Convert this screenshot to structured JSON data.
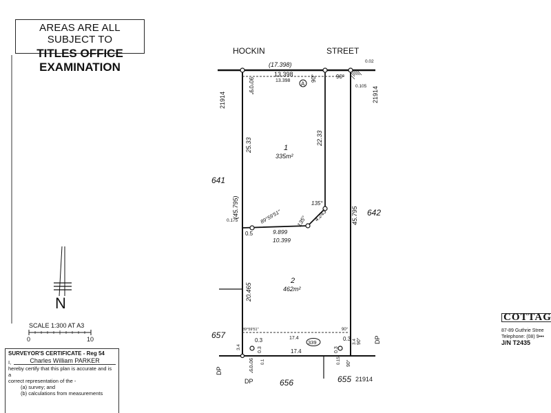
{
  "stamp": {
    "line1": "AREAS ARE ALL SUBJECT TO",
    "line2": "TITLES OFFICE EXAMINATION"
  },
  "street": {
    "name_left": "HOCKIN",
    "name_right": "STREET",
    "frontage": "(17.398)"
  },
  "neighbors": {
    "left": "641",
    "right": "642",
    "bottom_left": "657",
    "bottom_mid": "656",
    "bottom_right": "655",
    "dp_left": "DP",
    "dp_bottom_left": "DP",
    "dp_right": "DP",
    "plan_top_left": "21914",
    "plan_top_right": "21914",
    "plan_bottom_right": "21914"
  },
  "lots": [
    {
      "number": "1",
      "area": "335m²"
    },
    {
      "number": "2",
      "area": "462m²"
    }
  ],
  "dimensions": {
    "top_outer": "13.398",
    "top_inner": "13.398",
    "right_offset_top": "0.02",
    "right_offset_105": "0.105",
    "left_upper": "25.33",
    "left_total": "(45.795)",
    "left_lower": "20.465",
    "lot1_right": "22.33",
    "right_total": "45.795",
    "angle_135_upper": "135°",
    "angle_135_lower": "135°",
    "diag": "4.243",
    "mid_inner": "9.899",
    "mid_outer": "10.399",
    "angle_left_mid": "89°59'51\"",
    "offset_0175": "0.175",
    "offset_05": "0.5",
    "bottom_inner": "17.4",
    "bottom_outer": "17.4",
    "easement": "339",
    "offset_03_left": "0.3",
    "offset_03_left2": "0.3",
    "offset_03_right": "0.3",
    "offset_03_right2": "0.3",
    "offset_34_left": "3.4",
    "offset_34_right": "3.4",
    "offset_01": "0.1",
    "offset_015": "0.15",
    "angle_90_a": "90°",
    "angle_90_b": "90°",
    "angle_90_c": "90°",
    "angle_90_d": "90°",
    "angle_90_bottom": "90°",
    "angle_left_top": "90°0'9\"",
    "angle_left_bottom": "89°59'51\"",
    "angle_bottom_left": "90°0'9\"",
    "angle_bottom_right_small": "90°",
    "mark_a": "A"
  },
  "north": {
    "label": "N"
  },
  "scale": {
    "label": "SCALE 1:300 AT A3",
    "start": "0",
    "end": "10"
  },
  "certificate": {
    "title": "SURVEYOR'S CERTIFICATE - Reg 54",
    "prefix": "I,",
    "name": "Charles William PARKER",
    "line1": "hereby certify that this plan is accurate and is a",
    "line2": "correct representation of the -",
    "item_a": "(a)  survey; and",
    "item_b": "(b)  calculations from measurements"
  },
  "firm": {
    "brand": "COTTAG",
    "address": "87-89 Guthrie Stree",
    "phone": "Telephone: (08) 9•••",
    "job": "J/N T2435"
  }
}
